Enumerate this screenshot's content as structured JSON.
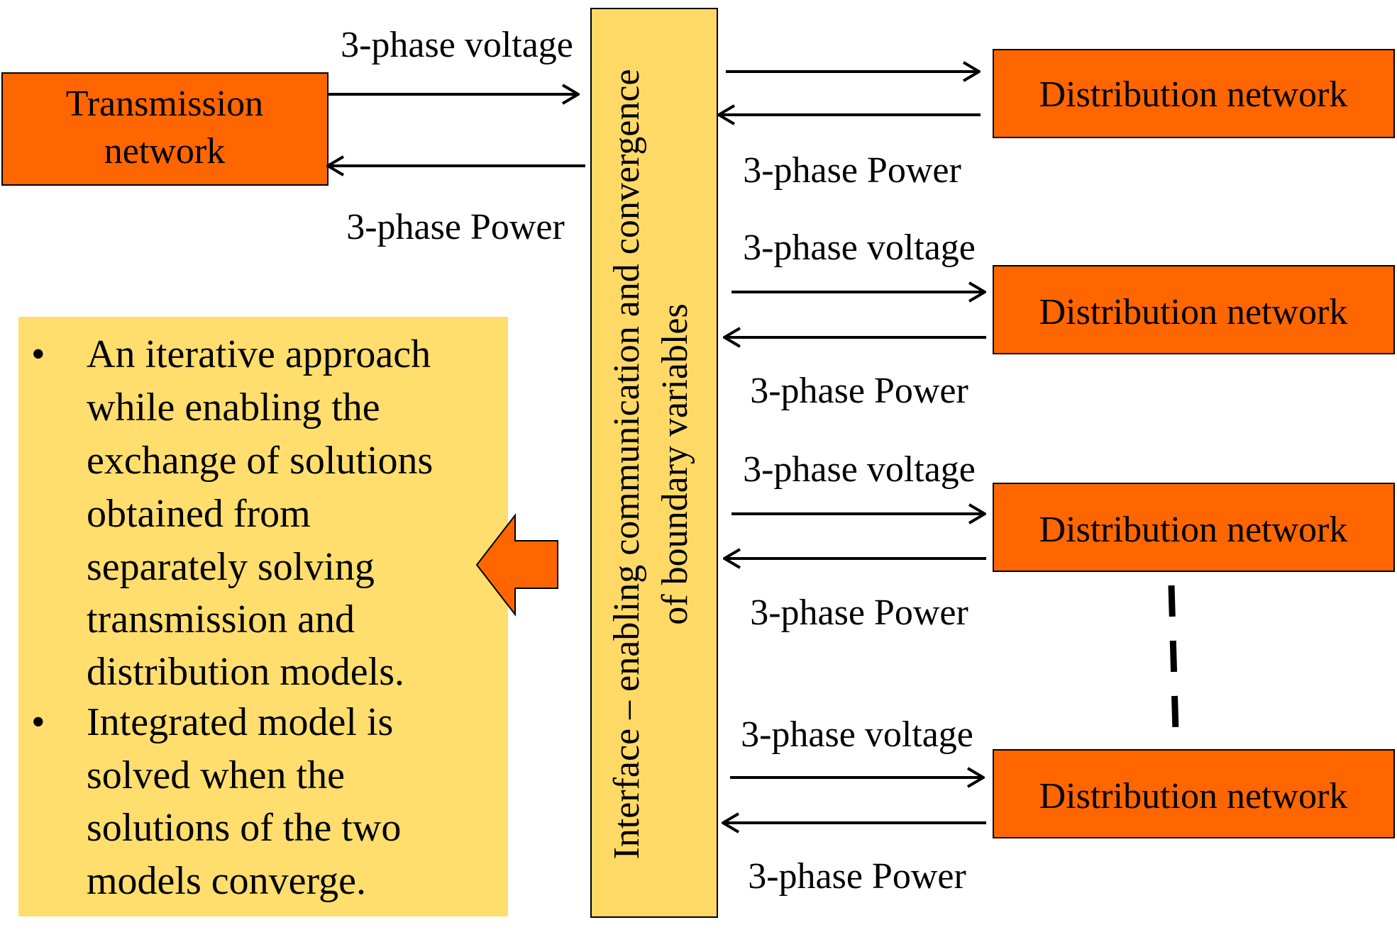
{
  "colors": {
    "node_fill": "#FF6600",
    "interface_fill": "#FFD966",
    "note_fill": "#FFDE6E",
    "stroke": "#000000",
    "arrow_fill": "#FF6600"
  },
  "transmission": {
    "line1": "Transmission",
    "line2": "network",
    "voltage_label": "3-phase voltage",
    "power_label": "3-phase Power"
  },
  "interface": {
    "line1": "Interface – enabling communication and convergence",
    "line2": "of boundary variables"
  },
  "distribution": [
    {
      "label": "Distribution network",
      "voltage_label": "",
      "power_label": "3-phase Power"
    },
    {
      "label": "Distribution network",
      "voltage_label": "3-phase voltage",
      "power_label": "3-phase Power"
    },
    {
      "label": "Distribution network",
      "voltage_label": "3-phase voltage",
      "power_label": "3-phase Power"
    },
    {
      "label": "Distribution network",
      "voltage_label": "3-phase voltage",
      "power_label": "3-phase Power"
    }
  ],
  "notes": {
    "bullet_glyph": "•",
    "b1": [
      "An iterative approach",
      "while enabling the",
      "exchange of solutions",
      "obtained from",
      "separately solving",
      "transmission and",
      "distribution models."
    ],
    "b2": [
      "Integrated model is",
      "solved when the",
      "solutions of the two",
      "models converge."
    ]
  },
  "icons": {
    "result_arrow": "left-block-arrow-icon",
    "continuation": "dashed-ellipsis-icon"
  }
}
